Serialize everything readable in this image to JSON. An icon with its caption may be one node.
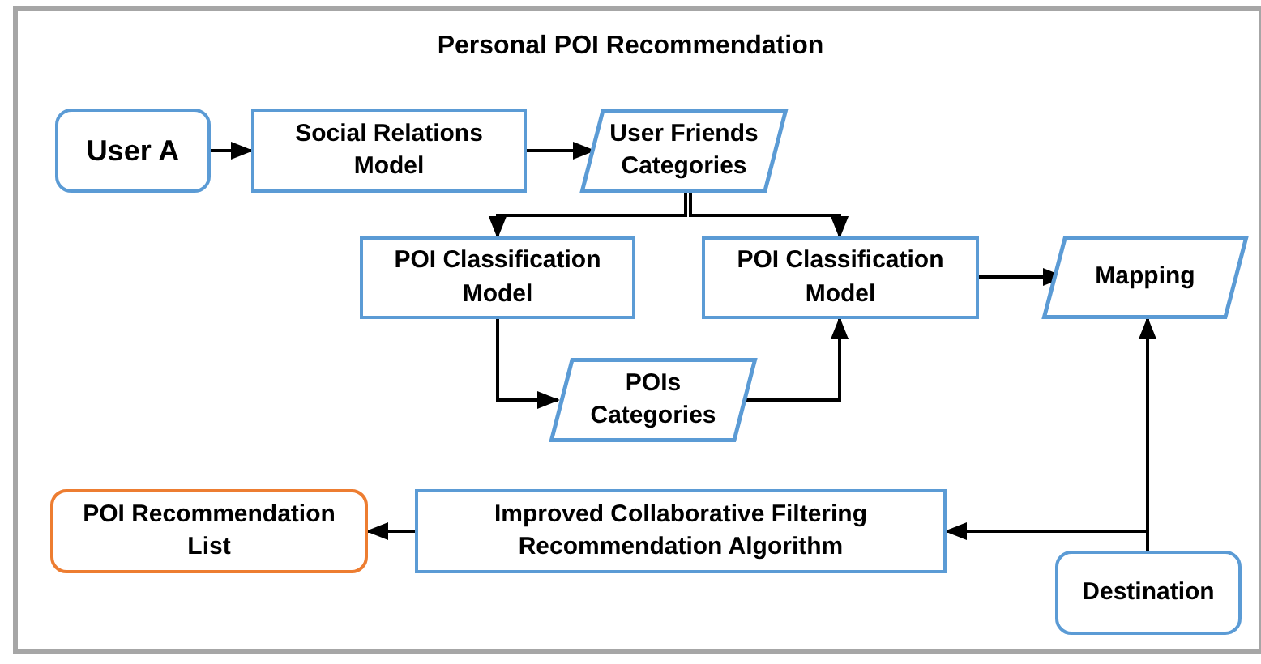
{
  "diagram": {
    "title": "Personal POI Recommendation",
    "nodes": [
      {
        "text": [
          "User A"
        ]
      },
      {
        "text": [
          "Social Relations Model"
        ]
      },
      {
        "text": [
          "User Friends Categories"
        ]
      },
      {
        "text": [
          "POI Classification Model"
        ]
      },
      {
        "text": [
          "POI Classification Model"
        ]
      },
      {
        "text": [
          "Mapping"
        ]
      },
      {
        "text": [
          "POIs Categories"
        ]
      },
      {
        "text": [
          "POI Recommendation List"
        ]
      },
      {
        "text": [
          "Improved Collaborative Filtering Recommendation Algorithm"
        ]
      },
      {
        "text": [
          "Destination"
        ]
      }
    ],
    "edges": [
      {
        "from": 0,
        "to": 1,
        "arrow": "to"
      },
      {
        "from": 1,
        "to": 2,
        "arrow": "to"
      },
      {
        "from": 2,
        "to": 3,
        "arrow": "to"
      },
      {
        "from": 2,
        "to": 4,
        "arrow": "to"
      },
      {
        "from": 4,
        "to": 5,
        "arrow": "to"
      },
      {
        "from": 3,
        "to": 6,
        "arrow": "to"
      },
      {
        "from": 6,
        "to": 4,
        "arrow": "to"
      },
      {
        "from": 9,
        "to": 5,
        "arrow": "to"
      },
      {
        "from": 9,
        "to": 8,
        "arrow": "to"
      },
      {
        "from": 8,
        "to": 7,
        "arrow": "to"
      }
    ]
  }
}
